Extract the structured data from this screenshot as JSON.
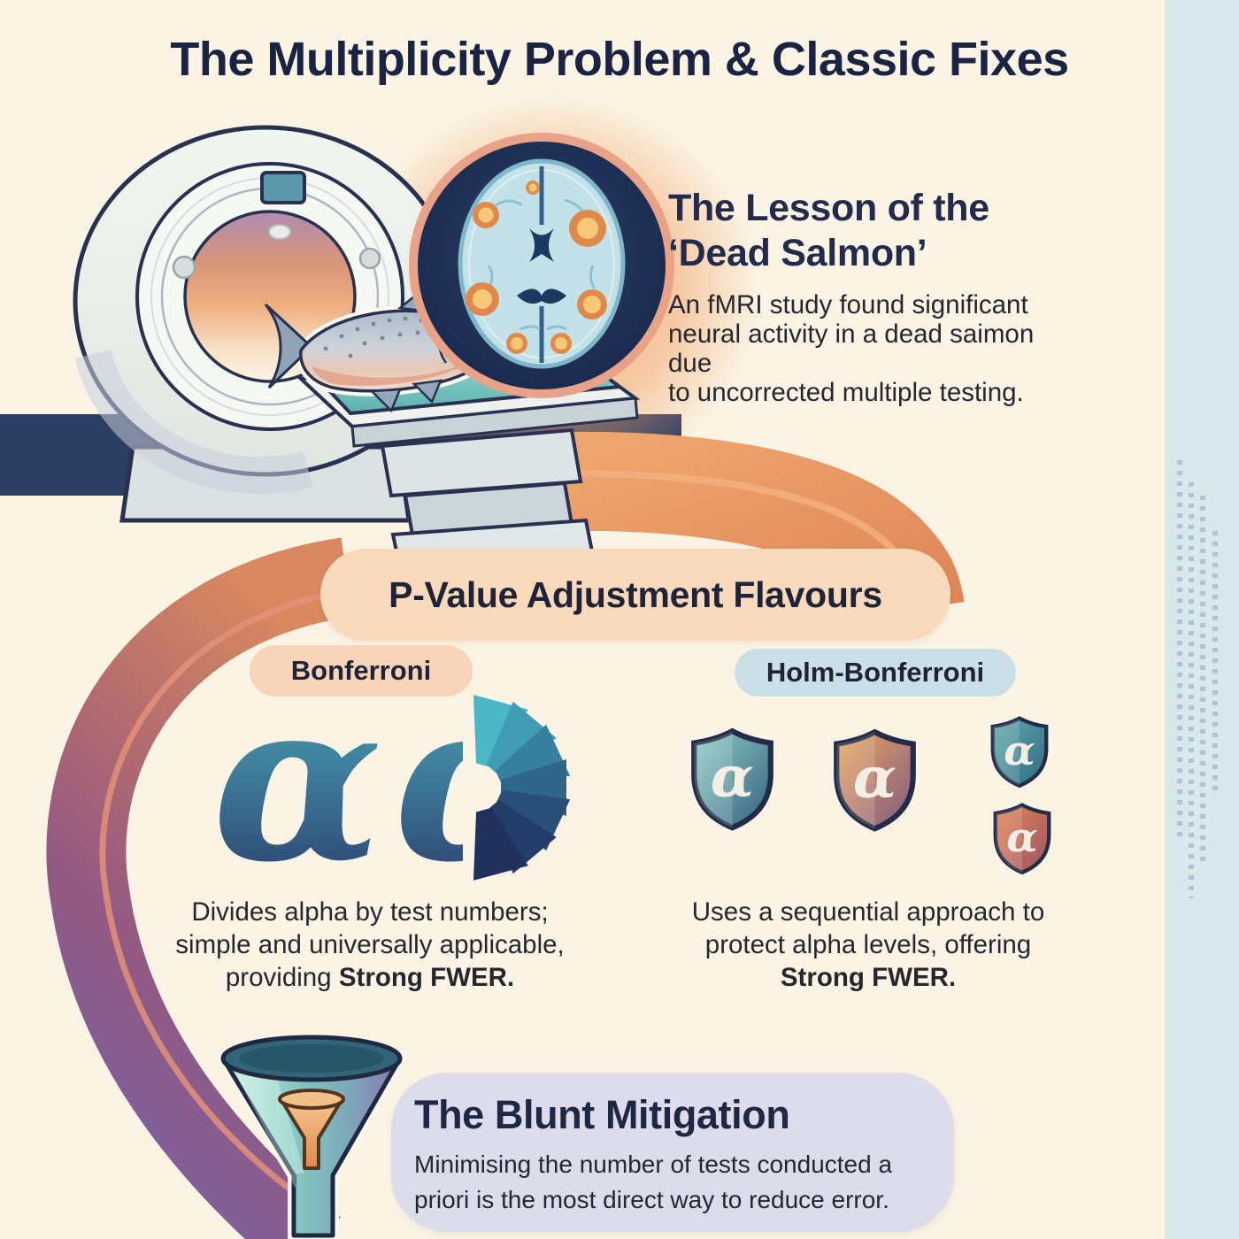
{
  "title": "The Multiplicity Problem & Classic Fixes",
  "lesson": {
    "heading_lines": [
      "The Lesson of the",
      "‘Dead Salmon’"
    ],
    "body_lines": [
      "An fMRI study found significant",
      "neural activity in a dead saimon due",
      "to uncorrected multiple testing."
    ]
  },
  "banner": {
    "label": "P-Value Adjustment Flavours"
  },
  "methods": {
    "bonferroni": {
      "label": "Bonferroni",
      "alpha_symbol": "α",
      "caption_lines": [
        "Divides alpha by test numbers;",
        "simple and universally applicable,",
        "providing"
      ],
      "caption_bold": "Strong FWER."
    },
    "holm": {
      "label": "Holm-Bonferroni",
      "shield_symbol": "α",
      "caption_lines": [
        "Uses a sequential approach to",
        "protect alpha levels, offering"
      ],
      "caption_bold": "Strong FWER."
    }
  },
  "mitigation": {
    "heading": "The Blunt Mitigation",
    "body_lines": [
      "Minimising the number of tests conducted a",
      "priori is the most direct way to reduce error."
    ]
  },
  "colors": {
    "background_cream": "#fbf4e5",
    "navy_text": "#1b2342",
    "banner_peach": "#f9d9bc",
    "holm_pill_blue": "#cbdfe6",
    "mitigation_lavender": "#dcdceb",
    "flow_orange": "#e3935f",
    "flow_purple": "#7563a6",
    "alpha_teal": "#49b7c6",
    "side_strip_blue": "#d9e8ed"
  }
}
